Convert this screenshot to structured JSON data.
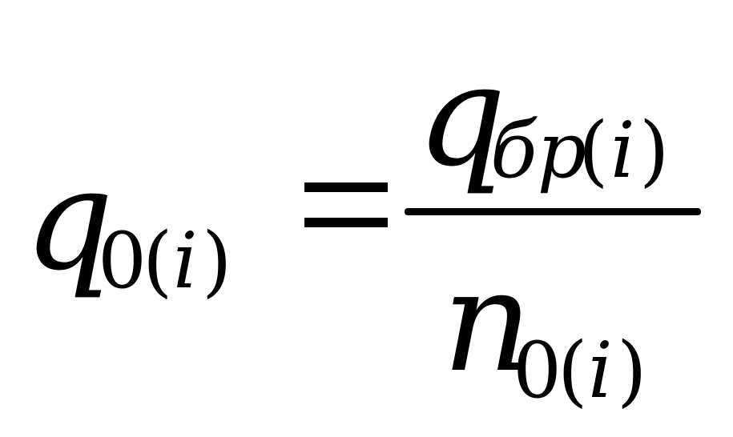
{
  "formula": {
    "lhs": {
      "symbol": "q",
      "subscript_index": "0",
      "subscript_open": "(",
      "subscript_var": "i",
      "subscript_close": ")"
    },
    "equals": "=",
    "numerator": {
      "symbol": "q",
      "subscript_text": "бр",
      "subscript_open": "(",
      "subscript_var": "i",
      "subscript_close": ")"
    },
    "denominator": {
      "symbol": "n",
      "subscript_index": "0",
      "subscript_open": "(",
      "subscript_var": "i",
      "subscript_close": ")"
    }
  }
}
